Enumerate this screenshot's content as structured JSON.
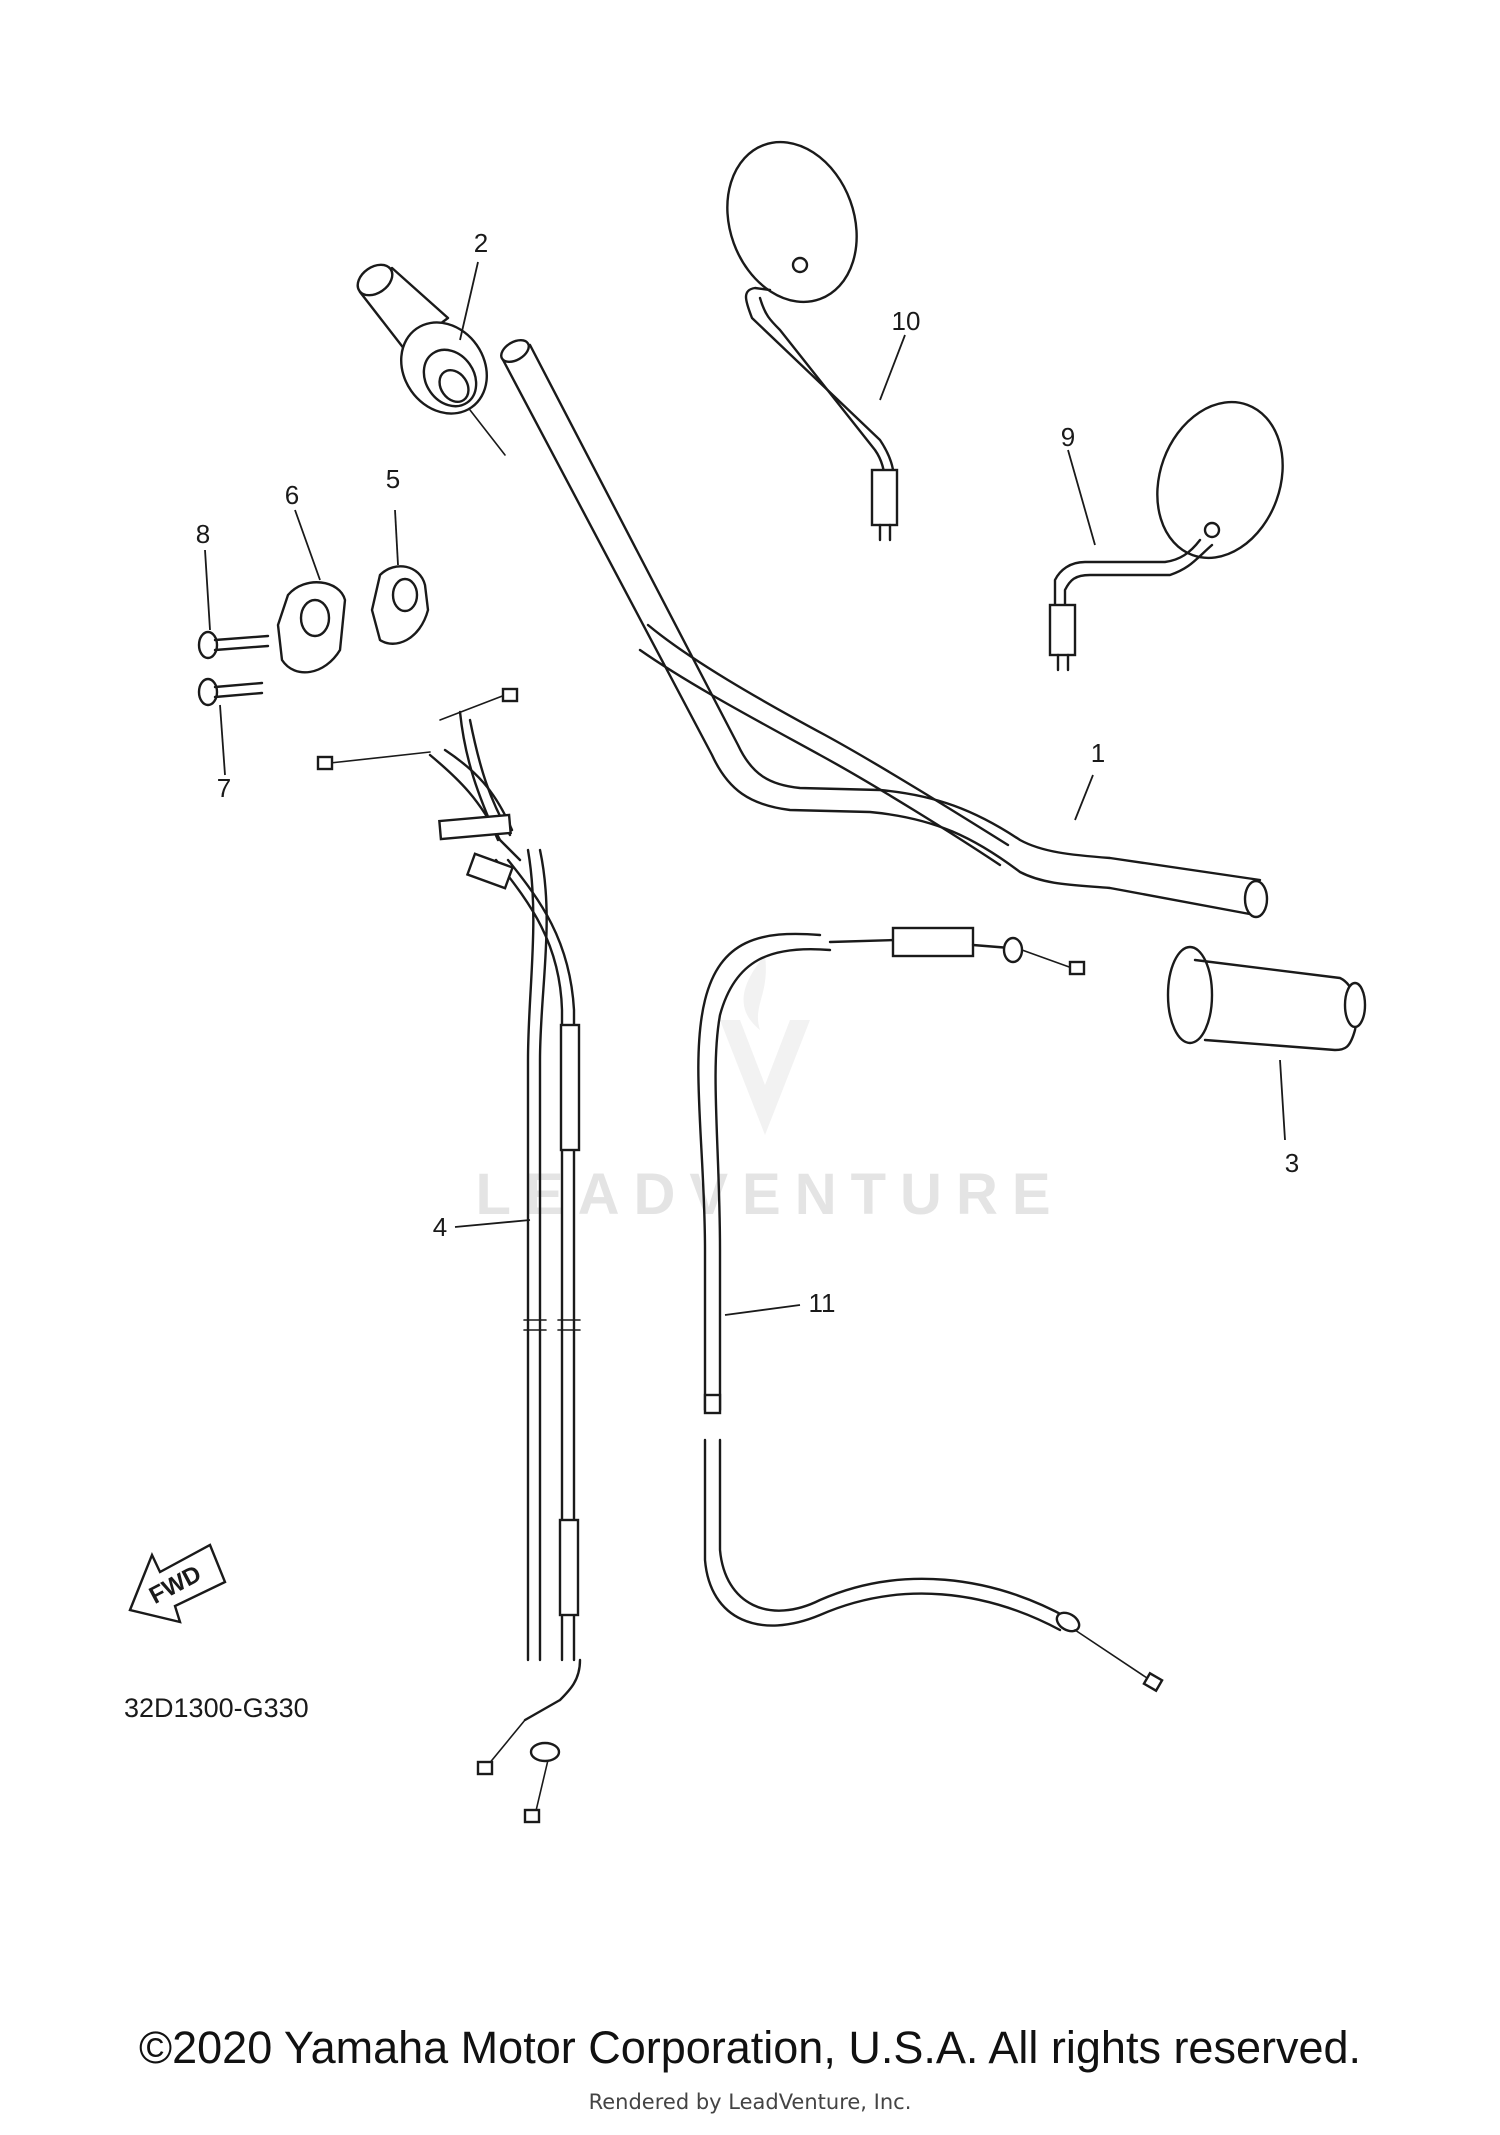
{
  "diagram": {
    "callouts": [
      "1",
      "2",
      "3",
      "4",
      "5",
      "6",
      "7",
      "8",
      "9",
      "10",
      "11"
    ],
    "watermark": "LEADVENTURE",
    "fwd_label": "FWD",
    "diagram_code": "32D1300-G330"
  },
  "footer": {
    "copyright": "©2020 Yamaha Motor Corporation, U.S.A. All rights reserved.",
    "rendered_by": "Rendered by LeadVenture, Inc."
  }
}
